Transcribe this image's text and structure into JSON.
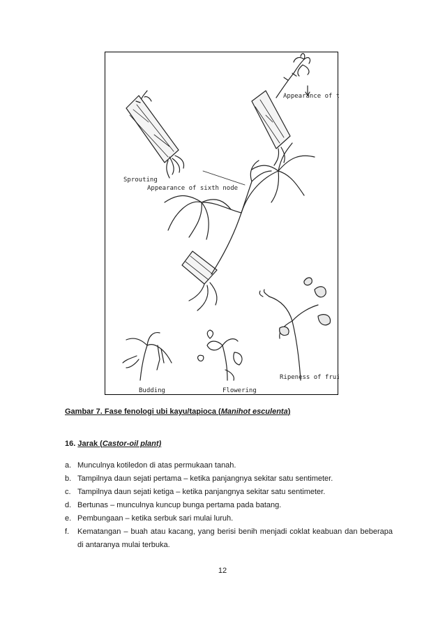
{
  "figure": {
    "labels": {
      "sprouting": "Sprouting",
      "third_node": "Appearance of thire node",
      "sixth_node": "Appearance of sixth node",
      "budding": "Budding",
      "flowering": "Flowering",
      "ripeness": "Ripeness of fruit"
    }
  },
  "caption": {
    "prefix": "Gambar 7. Fase fenologi ubi kayu/tapioca (",
    "species": "Manihot esculenta",
    "suffix": ")"
  },
  "section": {
    "number": "16.",
    "title_prefix": "Jarak (",
    "title_english": "Castor-oil plant)"
  },
  "list": [
    {
      "letter": "a.",
      "text": "Munculnya kotiledon di atas permukaan tanah."
    },
    {
      "letter": "b.",
      "text": "Tampilnya daun sejati pertama – ketika panjangnya sekitar satu sentimeter."
    },
    {
      "letter": "c.",
      "text": "Tampilnya daun sejati ketiga – ketika panjangnya sekitar satu sentimeter."
    },
    {
      "letter": "d.",
      "text": "Bertunas – munculnya kuncup bunga pertama pada batang."
    },
    {
      "letter": "e.",
      "text": "Pembungaan – ketika serbuk sari mulai luruh."
    },
    {
      "letter": "f.",
      "text": "Kematangan – buah atau kacang, yang berisi benih menjadi coklat keabuan dan beberapa di antaranya mulai terbuka."
    }
  ],
  "page_number": "12"
}
